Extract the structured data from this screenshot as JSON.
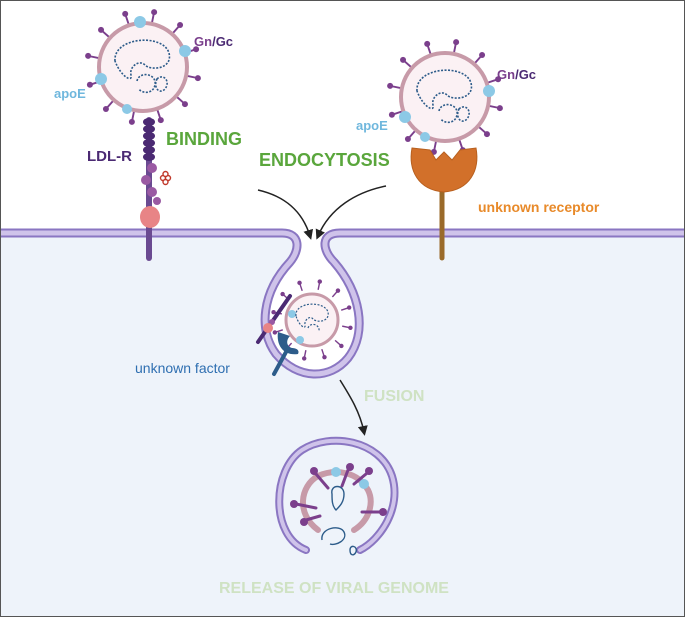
{
  "labels": {
    "gn": "Gn",
    "slash": "/",
    "gc": "Gc",
    "apoe": "apoE",
    "ldlr": "LDL-R",
    "binding": "BINDING",
    "endocytosis": "ENDOCYTOSIS",
    "unknown_receptor": "unknown receptor",
    "unknown_factor": "unknown factor",
    "fusion": "FUSION",
    "release": "RELEASE OF VIRAL GENOME"
  },
  "colors": {
    "cytoplasm": "#eef3fa",
    "membrane_fill": "#cfc3ea",
    "membrane_stroke": "#8a76c2",
    "envelope": "#c79aa8",
    "virion_fill": "#fbf1f4",
    "glycoprotein": "#7b3f8c",
    "apoe": "#8cc9e6",
    "ldlr": "#4b2a73",
    "ldlr_stalk": "#6a4a91",
    "ldlr_domain": "#9a5aa3",
    "red_domain": "#e88486",
    "genome": "#2d5c8a",
    "receptor_orange": "#d2702a",
    "receptor_stalk": "#9a6a2a",
    "factor_blue": "#2d5c8a",
    "green_text": "#5aa63c",
    "faded_green_text": "#cfe2c3",
    "orange_text": "#e88a2a",
    "blue_text": "#2f6fb1",
    "purple_text": "#7a3f8c",
    "dark_purple_text": "#4b2a73",
    "light_blue_text": "#6fb7dd",
    "arrow": "#222222"
  },
  "icons": [
    "virion-icon",
    "ldl-receptor-icon",
    "unknown-receptor-icon",
    "endosome-icon",
    "genome-icon",
    "arrow-icon"
  ]
}
